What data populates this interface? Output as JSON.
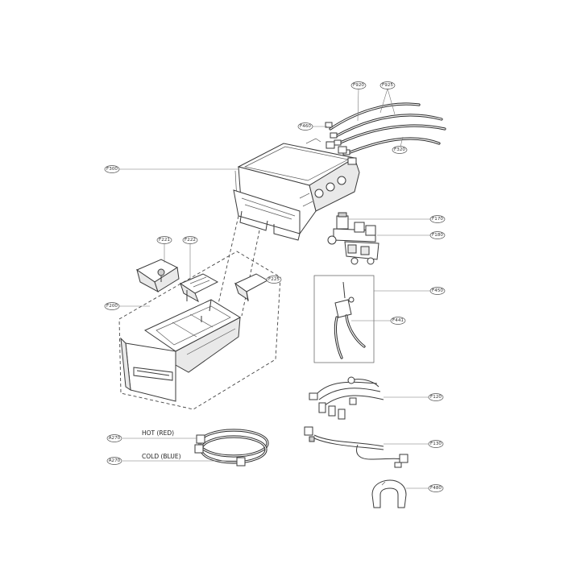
{
  "callouts": {
    "hose_a": "F920",
    "hose_b": "F925",
    "hose_nut": "F460",
    "hose_c": "F320",
    "dispenser_housing": "F300",
    "valve_cold": "F170",
    "valve_hot": "F180",
    "cap_siphon": "F221",
    "cap_softener": "F222",
    "cap_bleach": "F225",
    "drawer_assy": "F200",
    "pressure_assy": "F450",
    "pressure_hose": "F441",
    "harness_a": "F120",
    "harness_b": "F130",
    "clamp": "F480",
    "inlet_hot": "A270",
    "inlet_cold": "A270"
  },
  "labels": {
    "hot": "HOT (RED)",
    "cold": "COLD (BLUE)"
  }
}
